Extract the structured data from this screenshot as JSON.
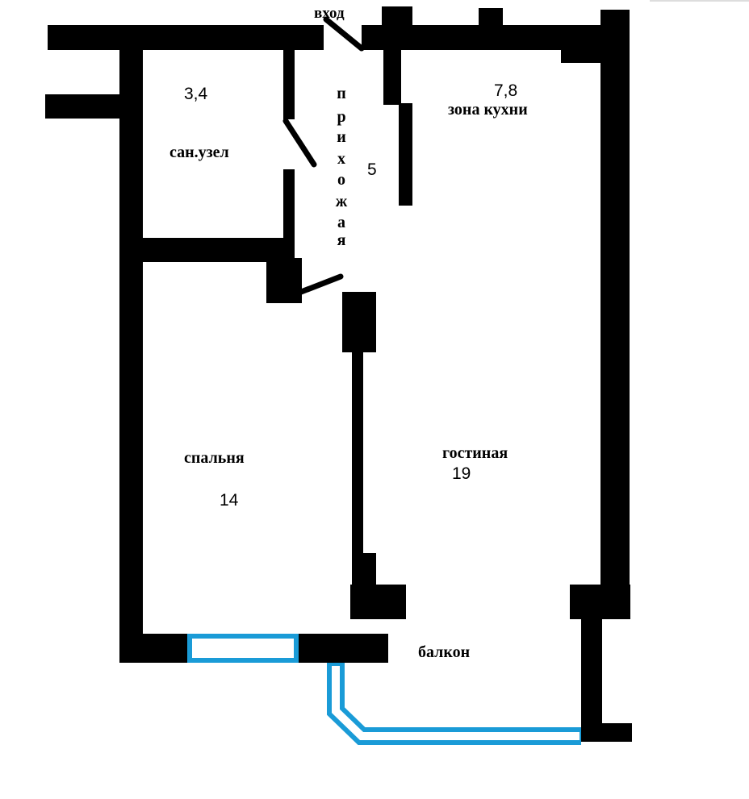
{
  "colors": {
    "wall": "#000000",
    "window": "#1a9bd7",
    "background": "#ffffff"
  },
  "labels": {
    "entrance": "вход",
    "bathroom_area": "3,4",
    "bathroom": "сан.узел",
    "hallway_letters": [
      "п",
      "р",
      "и",
      "х",
      "о",
      "ж",
      "а",
      "я"
    ],
    "hallway_area": "5",
    "kitchen_area": "7,8",
    "kitchen": "зона кухни",
    "bedroom": "спальня",
    "bedroom_area": "14",
    "living_room": "гостиная",
    "living_area": "19",
    "balcony": "балкон"
  }
}
